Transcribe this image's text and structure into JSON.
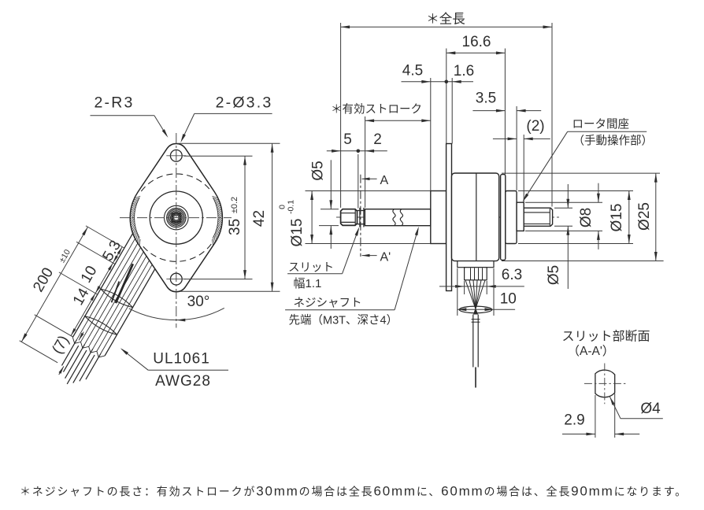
{
  "colors": {
    "line": "#2e2e2e",
    "text": "#2f2f2f",
    "background": "#ffffff"
  },
  "front_view": {
    "labels": {
      "corner_radius": "2-R3",
      "holes": "2-Ø3.3",
      "wire_angle": "30°",
      "lead_wire_type": "UL1061",
      "lead_wire_gauge": "AWG28"
    },
    "dims": {
      "hole_pitch": "35",
      "hole_pitch_tol": "±0.2",
      "flange_length": "42",
      "wire_seg_1": "5.3",
      "wire_seg_2": "10",
      "wire_seg_3": "14",
      "wire_tail": "(7)",
      "wire_length": "200",
      "wire_length_tol": "±10"
    }
  },
  "side_view": {
    "dims": {
      "overall_length": "＊全長",
      "body_length": "16.6",
      "boss_offset": "4.5",
      "flange_thickness": "1.6",
      "rear_boss_length": "3.5",
      "spacer_protrusion": "(2)",
      "effective_stroke": "＊有効ストローク",
      "tip_length": "5",
      "slit_length": "2",
      "screw_shaft_dia": "Ø5",
      "pilot_dia": "Ø15",
      "pilot_tol_upper": "0",
      "pilot_tol_lower": "-0.1",
      "section_mark_a": "A",
      "section_mark_a_prime": "A'",
      "rear_shaft_dia": "Ø5",
      "spacer_dia": "Ø8",
      "rear_boss_dia": "Ø15",
      "body_dia": "Ø25",
      "terminal_width": "6.3",
      "wire_exit_width": "10"
    },
    "labels": {
      "slit": "スリット",
      "slit_width": "幅1.1",
      "screw_shaft": "ネジシャフト",
      "screw_shaft_tip": "先端（M3T、深さ4）",
      "rotor_spacer": "ロータ間座",
      "manual_operation": "（手動操作部）"
    }
  },
  "section_view": {
    "title": "スリット部断面",
    "subtitle": "（A-A'）",
    "dims": {
      "dia": "Ø4",
      "flat_width": "2.9"
    }
  },
  "note": {
    "parts": [
      "＊ネジシャフトの長さ：有効ストロークが",
      "30mm",
      "の場合は全長",
      "60mm",
      "に、",
      "60mm",
      "の場合は、全長",
      "90mm",
      "になります。"
    ]
  }
}
